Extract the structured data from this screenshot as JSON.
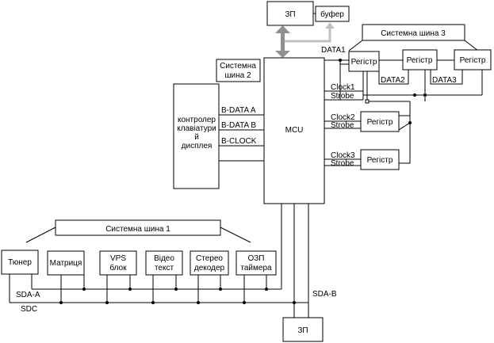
{
  "memory_top": "ЗП",
  "buffer": "буфер",
  "memory_bottom": "ЗП",
  "system_bus_1": "Системна шина 1",
  "system_bus_2": [
    "Системна",
    "шина 2"
  ],
  "system_bus_3": "Системна шина 3",
  "mcu": "MCU",
  "keyboard_controller": [
    "контролер",
    "клавіатури",
    "й",
    "дисплея"
  ],
  "kbd_signals": [
    "B-DATA A",
    "B-DATA B",
    "B-CLOCK"
  ],
  "register_label": "Регістр",
  "data_labels": [
    "DATA1",
    "DATA2",
    "DATA3"
  ],
  "clock_labels": [
    "Clock1",
    "Clock2",
    "Clock3"
  ],
  "strobe_label": "Strobe",
  "devices": {
    "tuner": "Тюнер",
    "matrix": "Матриця",
    "vps": [
      "VPS",
      "блок"
    ],
    "videotext": [
      "Відео",
      "текст"
    ],
    "stereo": [
      "Стерео",
      "декодер"
    ],
    "timer_ram": [
      "ОЗП",
      "таймера"
    ]
  },
  "bus_labels": {
    "sda_a": "SDA-A",
    "sdc": "SDC",
    "sda_b": "SDA-B"
  }
}
